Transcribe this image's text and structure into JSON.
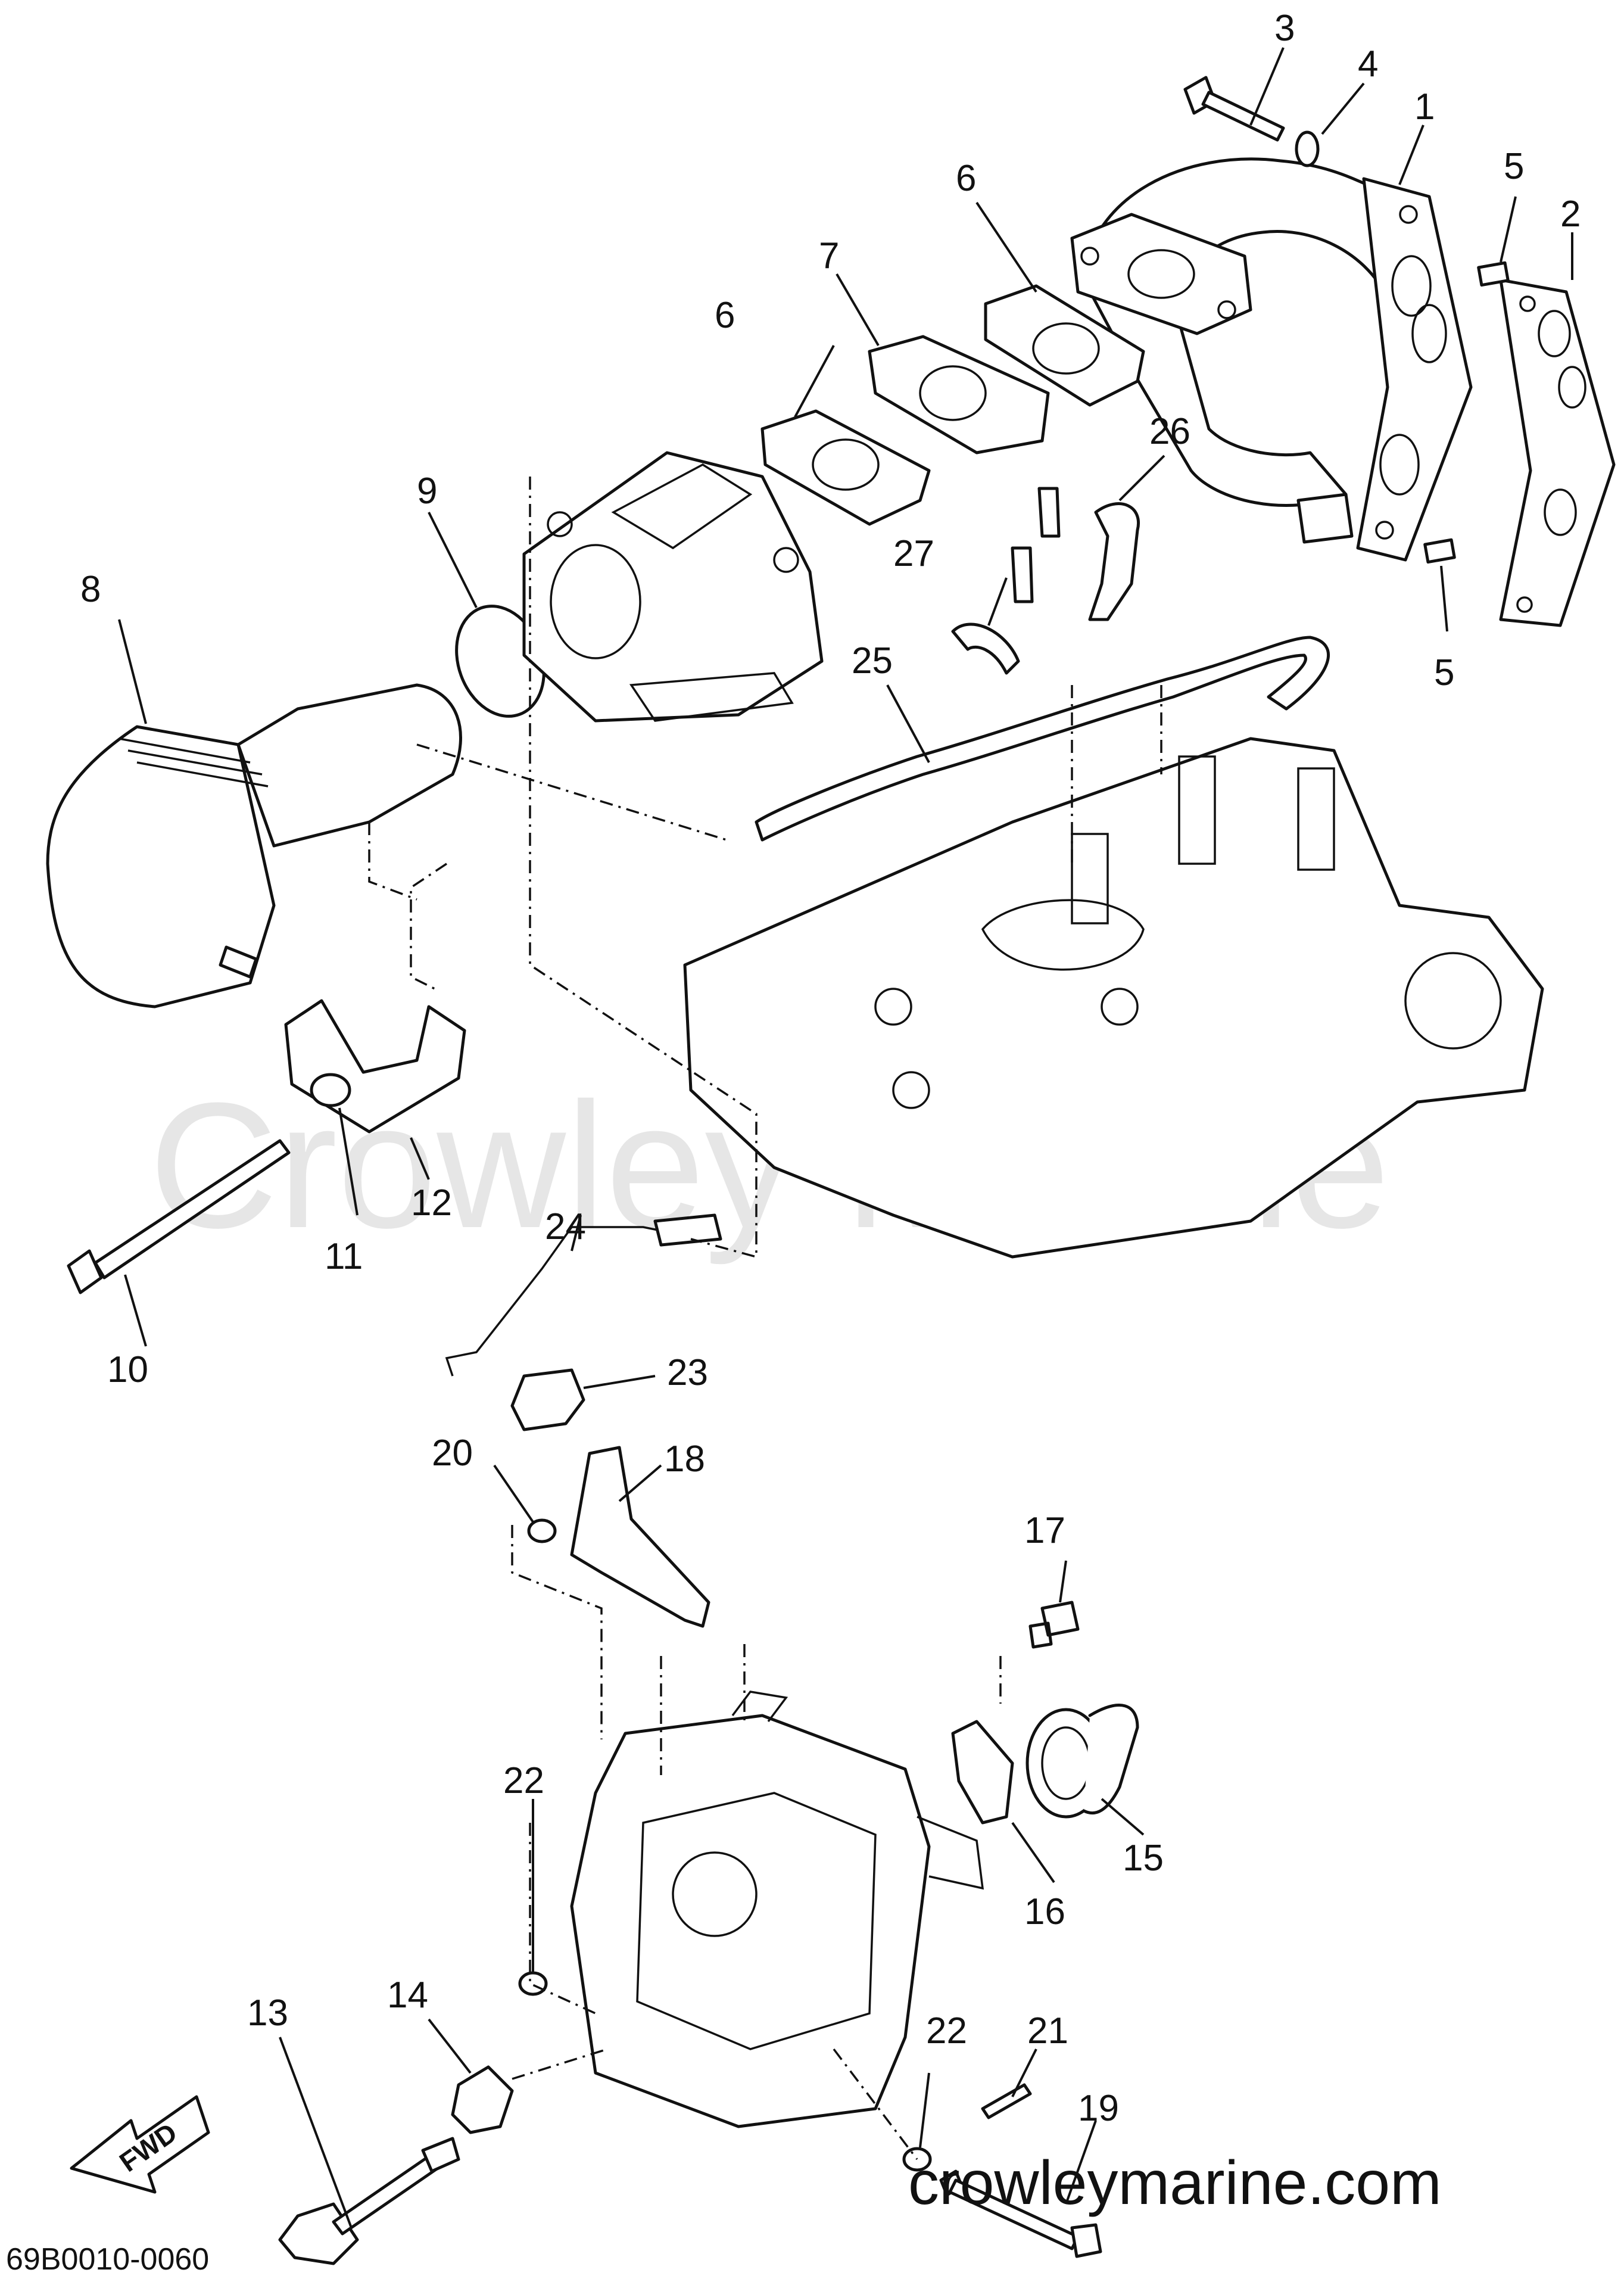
{
  "watermark": "Crowley Marine",
  "website": "crowleymarine.com",
  "diagram_code": "69B0010-0060",
  "direction_arrow": "FWD",
  "callouts": [
    {
      "id": "c1",
      "label": "1"
    },
    {
      "id": "c2",
      "label": "2"
    },
    {
      "id": "c3",
      "label": "3"
    },
    {
      "id": "c4",
      "label": "4"
    },
    {
      "id": "c5a",
      "label": "5"
    },
    {
      "id": "c5b",
      "label": "5"
    },
    {
      "id": "c6a",
      "label": "6"
    },
    {
      "id": "c6b",
      "label": "6"
    },
    {
      "id": "c7",
      "label": "7"
    },
    {
      "id": "c8",
      "label": "8"
    },
    {
      "id": "c9",
      "label": "9"
    },
    {
      "id": "c10",
      "label": "10"
    },
    {
      "id": "c11",
      "label": "11"
    },
    {
      "id": "c12",
      "label": "12"
    },
    {
      "id": "c13",
      "label": "13"
    },
    {
      "id": "c14",
      "label": "14"
    },
    {
      "id": "c15",
      "label": "15"
    },
    {
      "id": "c16",
      "label": "16"
    },
    {
      "id": "c17",
      "label": "17"
    },
    {
      "id": "c18",
      "label": "18"
    },
    {
      "id": "c19",
      "label": "19"
    },
    {
      "id": "c20",
      "label": "20"
    },
    {
      "id": "c21",
      "label": "21"
    },
    {
      "id": "c22a",
      "label": "22"
    },
    {
      "id": "c22b",
      "label": "22"
    },
    {
      "id": "c23",
      "label": "23"
    },
    {
      "id": "c24",
      "label": "24"
    },
    {
      "id": "c25",
      "label": "25"
    },
    {
      "id": "c26",
      "label": "26"
    },
    {
      "id": "c27",
      "label": "27"
    }
  ]
}
